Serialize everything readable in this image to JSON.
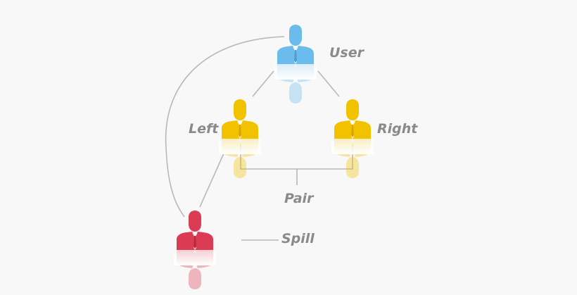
{
  "labels": {
    "user": "User",
    "left": "Left",
    "right": "Right",
    "pair": "Pair",
    "spill": "Spill"
  },
  "nodes": [
    {
      "id": "user",
      "icon": "person-icon",
      "color": "#6bbcec"
    },
    {
      "id": "left",
      "icon": "person-icon",
      "color": "#f2c200"
    },
    {
      "id": "right",
      "icon": "person-icon",
      "color": "#f2c200"
    },
    {
      "id": "spill",
      "icon": "person-icon",
      "color": "#dc3b54"
    }
  ],
  "colors": {
    "background": "#f8f8f8",
    "connector": "#b8b8b8",
    "label": "#8a8a8a"
  }
}
